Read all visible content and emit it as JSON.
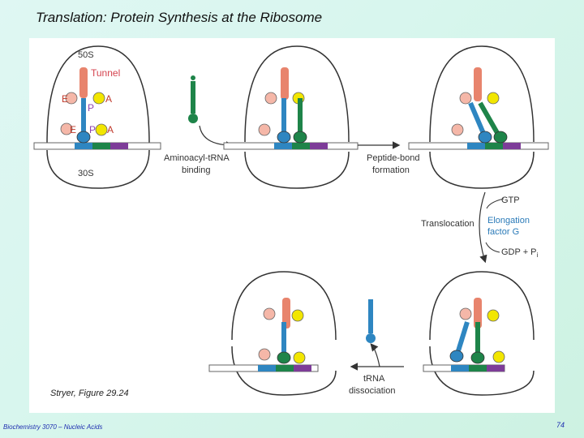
{
  "slide": {
    "title": "Translation: Protein Synthesis at the Ribosome",
    "caption": "Stryer, Figure 29.24",
    "footer": "Biochemistry 3070 – Nucleic Acids",
    "page_number": "74"
  },
  "diagram": {
    "subunit_large": "50S",
    "subunit_small": "30S",
    "tunnel": "Tunnel",
    "sites": [
      "E",
      "P",
      "A"
    ],
    "steps": {
      "aminoacyl": [
        "Aminoacyl-tRNA",
        "binding"
      ],
      "peptide_bond": [
        "Peptide-bond",
        "formation"
      ],
      "translocation": "Translocation",
      "trna_dissociation": [
        "tRNA",
        "dissociation"
      ]
    },
    "factor": {
      "gtp": "GTP",
      "name": [
        "Elongation",
        "factor G"
      ],
      "gdp": "GDP + P",
      "gdp_subscript": "i"
    },
    "colors": {
      "tunnel_label": "#d5434f",
      "site_label": "#c0392b",
      "p_site_label": "#8e44ad",
      "factor_label": "#2a7ab8",
      "salmon": "#e8846d",
      "yellow": "#f2e600",
      "blue_trna": "#2e86c1",
      "green_trna": "#1e8449",
      "purple_codon": "#7d3c98",
      "pink_trna": "#f5b7a8"
    }
  }
}
